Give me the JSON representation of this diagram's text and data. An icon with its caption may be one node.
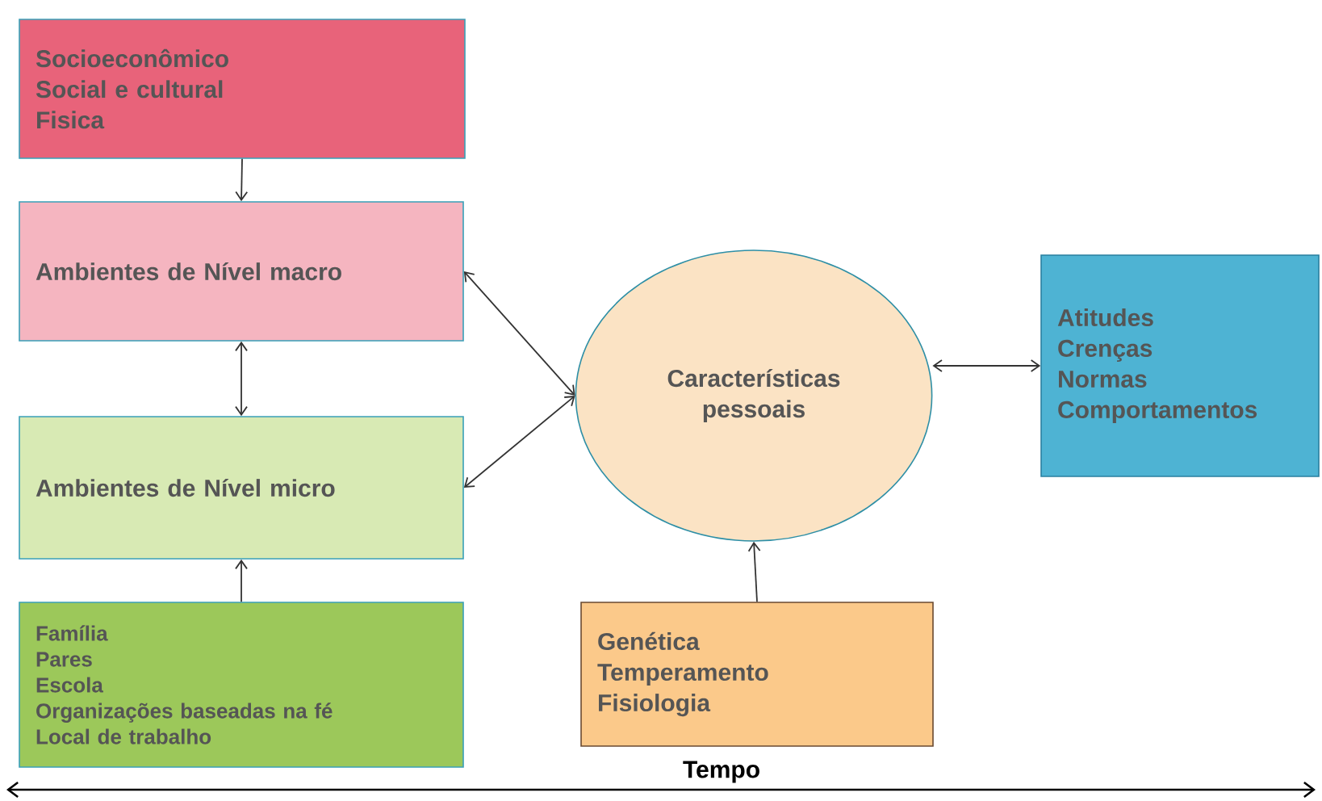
{
  "diagram": {
    "nodes": [
      {
        "text": [
          "Socioeconômico",
          "Social e cultural",
          "Fisica"
        ]
      },
      {
        "text": [
          "Ambientes de Nível macro"
        ]
      },
      {
        "text": [
          "Ambientes de Nível micro"
        ]
      },
      {
        "text": [
          "Família",
          "Pares",
          "Escola",
          "Organizações baseadas na fé",
          "Local de trabalho"
        ]
      },
      {
        "text": [
          "Características pessoais"
        ]
      },
      {
        "text": [
          "Genética",
          "Temperamento",
          "Fisiologia"
        ]
      },
      {
        "text": [
          "Atitudes",
          "Crenças",
          "Normas",
          "Comportamentos"
        ]
      }
    ],
    "edges": [
      {
        "from": 0,
        "to": 1,
        "arrow": "to"
      },
      {
        "from": 1,
        "to": 2,
        "arrow": "both"
      },
      {
        "from": 1,
        "to": 4,
        "arrow": "both"
      },
      {
        "from": 2,
        "to": 4,
        "arrow": "both"
      },
      {
        "from": 3,
        "to": 2,
        "arrow": "to"
      },
      {
        "from": 5,
        "to": 4,
        "arrow": "to"
      },
      {
        "from": 4,
        "to": 6,
        "arrow": "both"
      }
    ],
    "labels": [
      "Tempo"
    ]
  }
}
